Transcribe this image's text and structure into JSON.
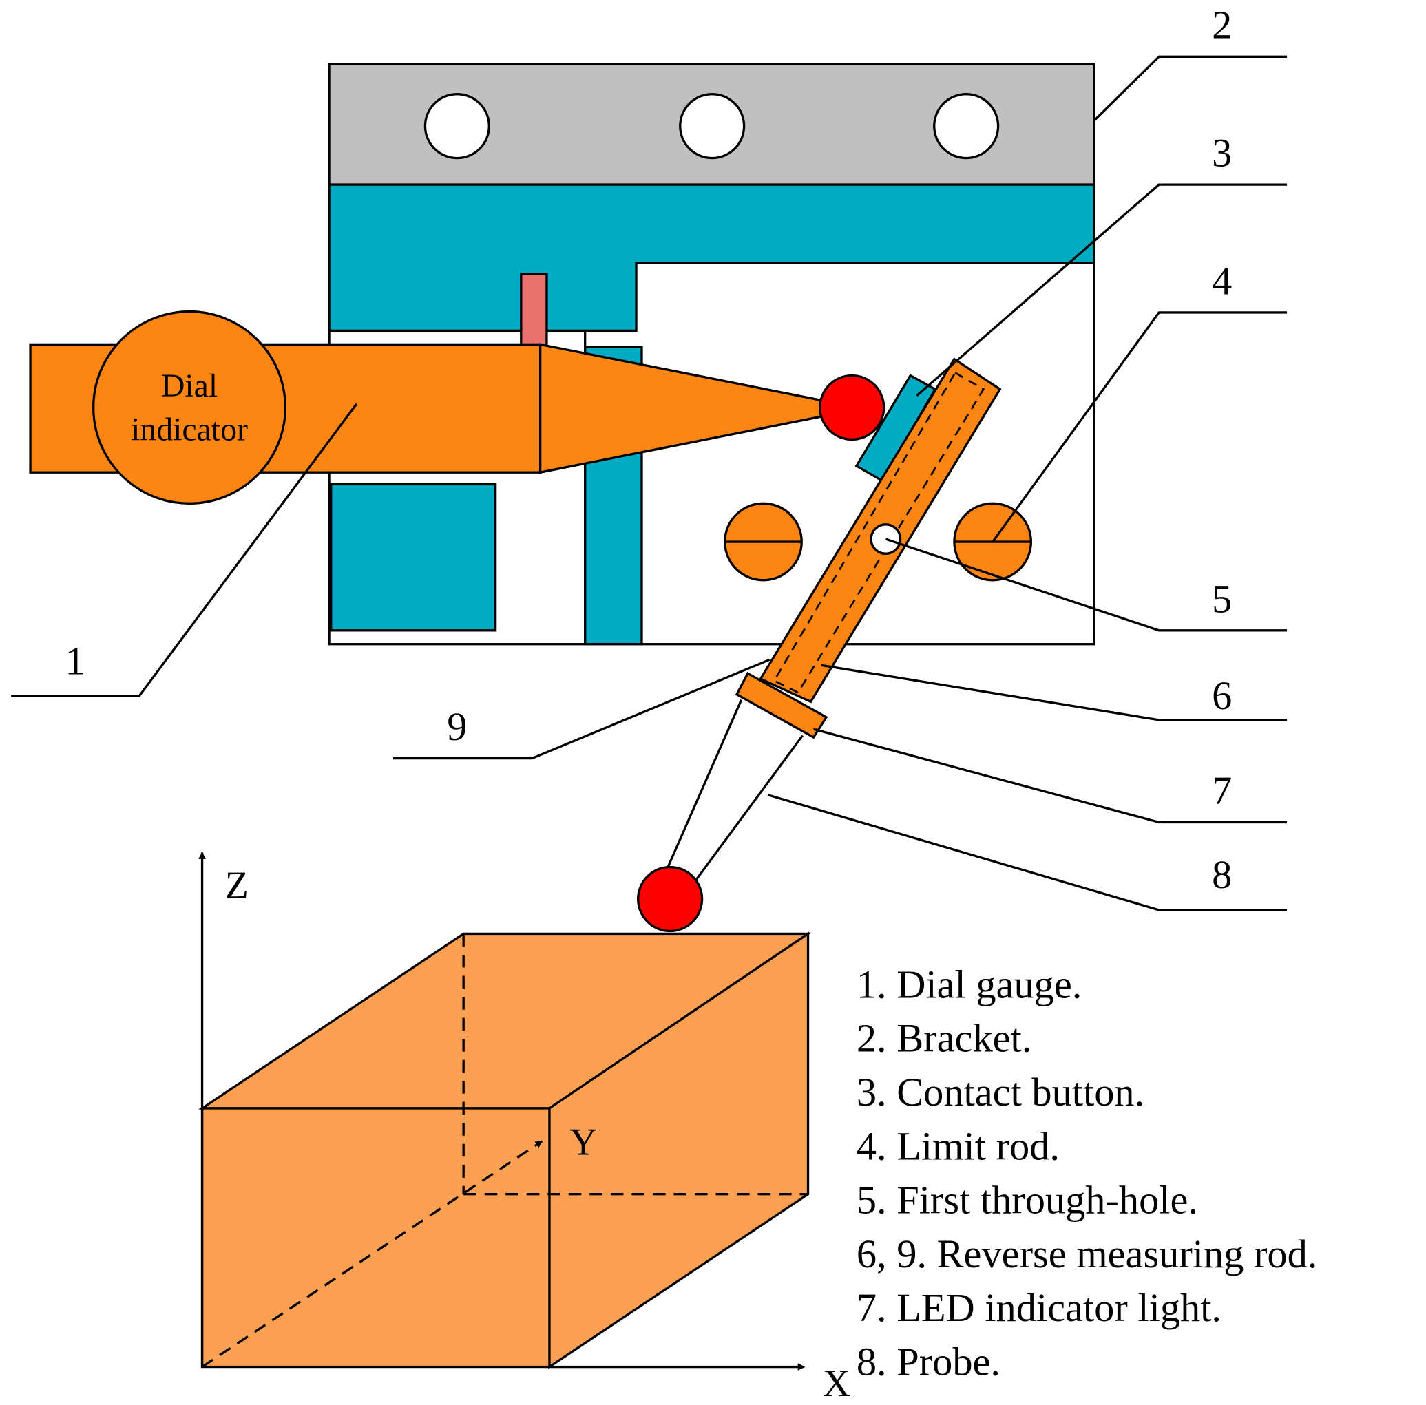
{
  "colors": {
    "bracket": "#c0c0c0",
    "housing": "#00acc4",
    "gauge": "#fd8514",
    "box": "#fca054",
    "ball": "#ff0000",
    "pin": "#e8736c",
    "line": "#000000",
    "background": "#ffffff"
  },
  "dial_indicator": {
    "line1": "Dial",
    "line2": "indicator"
  },
  "callouts": [
    {
      "id": "c1",
      "label": "1"
    },
    {
      "id": "c2",
      "label": "2"
    },
    {
      "id": "c3",
      "label": "3"
    },
    {
      "id": "c4",
      "label": "4"
    },
    {
      "id": "c5",
      "label": "5"
    },
    {
      "id": "c6",
      "label": "6"
    },
    {
      "id": "c7",
      "label": "7"
    },
    {
      "id": "c8",
      "label": "8"
    },
    {
      "id": "c9",
      "label": "9"
    }
  ],
  "axes": {
    "x": "X",
    "y": "Y",
    "z": "Z"
  },
  "legend": [
    "1. Dial gauge.",
    "2. Bracket.",
    "3. Contact button.",
    "4. Limit rod.",
    "5. First through-hole.",
    "6, 9. Reverse measuring rod.",
    "7. LED indicator light.",
    "8. Probe."
  ],
  "icons": {
    "bracket_holes": "circle-hole-icon",
    "limit_rods": "slotted-screw-icon",
    "balls": "ruby-ball-icon",
    "axis_arrows": "arrow-icon"
  }
}
